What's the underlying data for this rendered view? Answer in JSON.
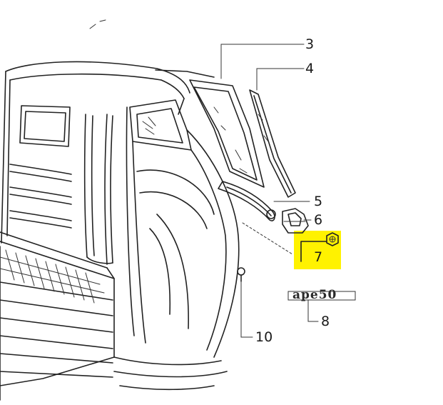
{
  "diagram": {
    "callouts": [
      {
        "id": "3",
        "label": "3"
      },
      {
        "id": "4",
        "label": "4"
      },
      {
        "id": "5",
        "label": "5"
      },
      {
        "id": "6",
        "label": "6"
      },
      {
        "id": "7",
        "label": "7",
        "highlighted": true
      },
      {
        "id": "8",
        "label": "8"
      },
      {
        "id": "10",
        "label": "10"
      }
    ],
    "badge_text": "ape50",
    "colors": {
      "ink": "#222222",
      "highlight": "#fff200",
      "paper": "#ffffff"
    }
  }
}
